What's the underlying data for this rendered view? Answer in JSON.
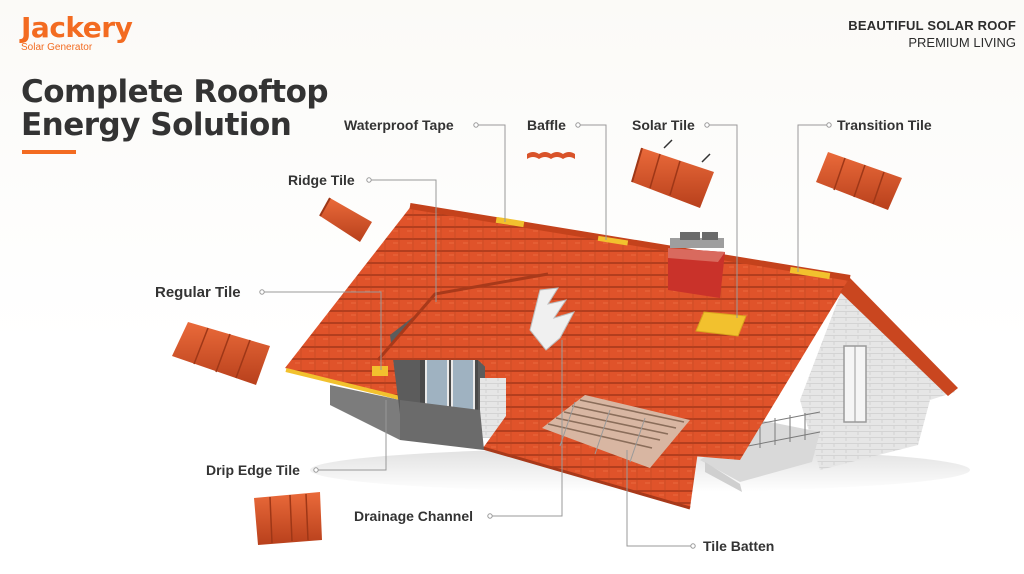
{
  "brand": {
    "name": "Jackery",
    "subtitle": "Solar Generator"
  },
  "tagline": {
    "line1": "BEAUTIFUL SOLAR ROOF",
    "line2": "PREMIUM LIVING"
  },
  "headline": {
    "line1": "Complete Rooftop",
    "line2": "Energy Solution"
  },
  "colors": {
    "accent": "#f36b21",
    "tile": "#e0532a",
    "tile_dark": "#b83d1c",
    "highlight": "#f2c12e",
    "wall": "#ebebeb"
  },
  "callouts": {
    "waterproof_tape": "Waterproof Tape",
    "baffle": "Baffle",
    "solar_tile": "Solar Tile",
    "transition_tile": "Transition Tile",
    "ridge_tile": "Ridge Tile",
    "regular_tile": "Regular Tile",
    "drip_edge_tile": "Drip Edge Tile",
    "drainage_channel": "Drainage Channel",
    "tile_batten": "Tile Batten"
  }
}
